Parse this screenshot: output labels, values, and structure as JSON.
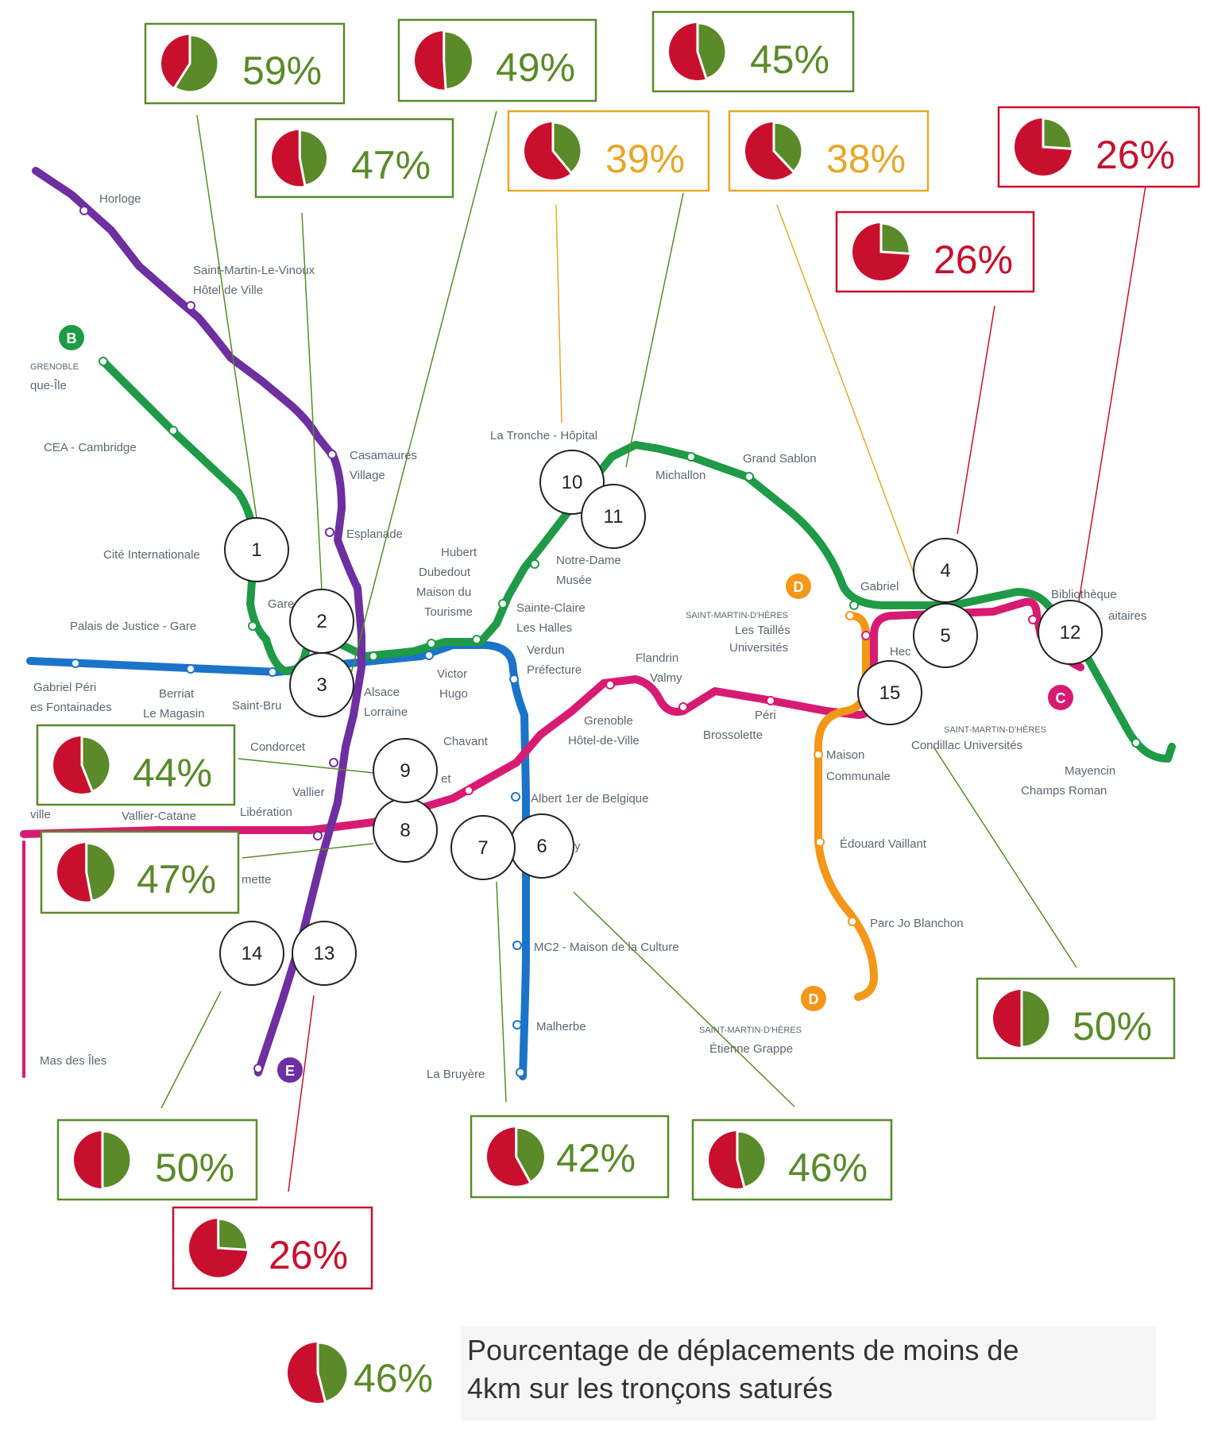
{
  "colors": {
    "tram_a": "#1c74c9",
    "tram_b": "#1f9a47",
    "tram_c": "#d81b72",
    "tram_d": "#f39719",
    "tram_e": "#6e2fa1",
    "pie_red": "#c8102e",
    "pie_green": "#5a8a2a",
    "status_good": "#5a8a2a",
    "status_mid": "#e6a72a",
    "status_bad": "#c8102e",
    "station_text": "#5d6670"
  },
  "line_badges": [
    {
      "letter": "B",
      "color": "#1f9a47"
    },
    {
      "letter": "D",
      "color": "#f39719"
    },
    {
      "letter": "D",
      "color": "#f39719"
    },
    {
      "letter": "C",
      "color": "#d81b72"
    },
    {
      "letter": "E",
      "color": "#6e2fa1"
    }
  ],
  "stations": [
    "Horloge",
    "Saint-Martin-Le-Vinoux",
    "Hôtel de Ville",
    "GRENOBLE",
    "que-Île",
    "CEA - Cambridge",
    "Casamaures",
    "Village",
    "Esplanade",
    "Cité Internationale",
    "Palais de Justice - Gare",
    "Gare",
    "Gabriel Péri",
    "es Fontainades",
    "Berriat",
    "Le Magasin",
    "Saint-Bru",
    "Alsace",
    "Lorraine",
    "Victor",
    "Hugo",
    "Hubert",
    "Dubedout",
    "Maison du",
    "Tourisme",
    "Sainte-Claire",
    "Les Halles",
    "Verdun",
    "Préfecture",
    "Notre-Dame",
    "Musée",
    "La Tronche - Hôpital",
    "Michallon",
    "Grand Sablon",
    "Gabriel",
    "SAINT-MARTIN-D'HÈRES",
    "Les Taillés",
    "Universités",
    "Flandrin",
    "Valmy",
    "Grenoble",
    "Hôtel-de-Ville",
    "Péri",
    "Brossolette",
    "Chavant",
    "Condorcet",
    "Vallier",
    "Libération",
    "Vallier-Catane",
    "ville",
    "Albert 1er de Belgique",
    "Maison",
    "Communale",
    "Édouard Vaillant",
    "Parc Jo Blanchon",
    "MC2 - Maison de la Culture",
    "Malherbe",
    "La Bruyère",
    "SAINT-MARTIN-D'HÈRES",
    "Étienne Grappe",
    "Mas des Îles",
    "Bibliothèque",
    "aitaires",
    "SAINT-MARTIN-D'HÈRES",
    "Condillac Universités",
    "Mayencin",
    "Champs Roman",
    "Hec",
    "mette",
    "et",
    "y"
  ],
  "segments": [
    "1",
    "2",
    "3",
    "4",
    "5",
    "6",
    "7",
    "8",
    "9",
    "10",
    "11",
    "12",
    "13",
    "14",
    "15"
  ],
  "callouts": [
    {
      "id": "c1",
      "segment": "1",
      "value": 59,
      "label": "59%",
      "status": "good"
    },
    {
      "id": "c2",
      "segment": "2",
      "value": 47,
      "label": "47%",
      "status": "good"
    },
    {
      "id": "c3",
      "segment": "3",
      "value": 49,
      "label": "49%",
      "status": "good"
    },
    {
      "id": "c11",
      "segment": "11",
      "value": 45,
      "label": "45%",
      "status": "good"
    },
    {
      "id": "c10",
      "segment": "10",
      "value": 39,
      "label": "39%",
      "status": "mid"
    },
    {
      "id": "c5",
      "segment": "5",
      "value": 38,
      "label": "38%",
      "status": "mid"
    },
    {
      "id": "c12",
      "segment": "12",
      "value": 26,
      "label": "26%",
      "status": "bad"
    },
    {
      "id": "c4",
      "segment": "4",
      "value": 26,
      "label": "26%",
      "status": "bad"
    },
    {
      "id": "c9",
      "segment": "9",
      "value": 44,
      "label": "44%",
      "status": "good"
    },
    {
      "id": "c8",
      "segment": "8",
      "value": 47,
      "label": "47%",
      "status": "good"
    },
    {
      "id": "c15",
      "segment": "15",
      "value": 50,
      "label": "50%",
      "status": "good"
    },
    {
      "id": "c14",
      "segment": "14",
      "value": 50,
      "label": "50%",
      "status": "good"
    },
    {
      "id": "c7",
      "segment": "7",
      "value": 42,
      "label": "42%",
      "status": "good"
    },
    {
      "id": "c6",
      "segment": "6",
      "value": 46,
      "label": "46%",
      "status": "good"
    },
    {
      "id": "c13",
      "segment": "13",
      "value": 26,
      "label": "26%",
      "status": "bad"
    }
  ],
  "legend": {
    "value": 46,
    "label": "46%",
    "text_line1": "Pourcentage de déplacements de moins de",
    "text_line2": "4km sur les tronçons saturés"
  }
}
